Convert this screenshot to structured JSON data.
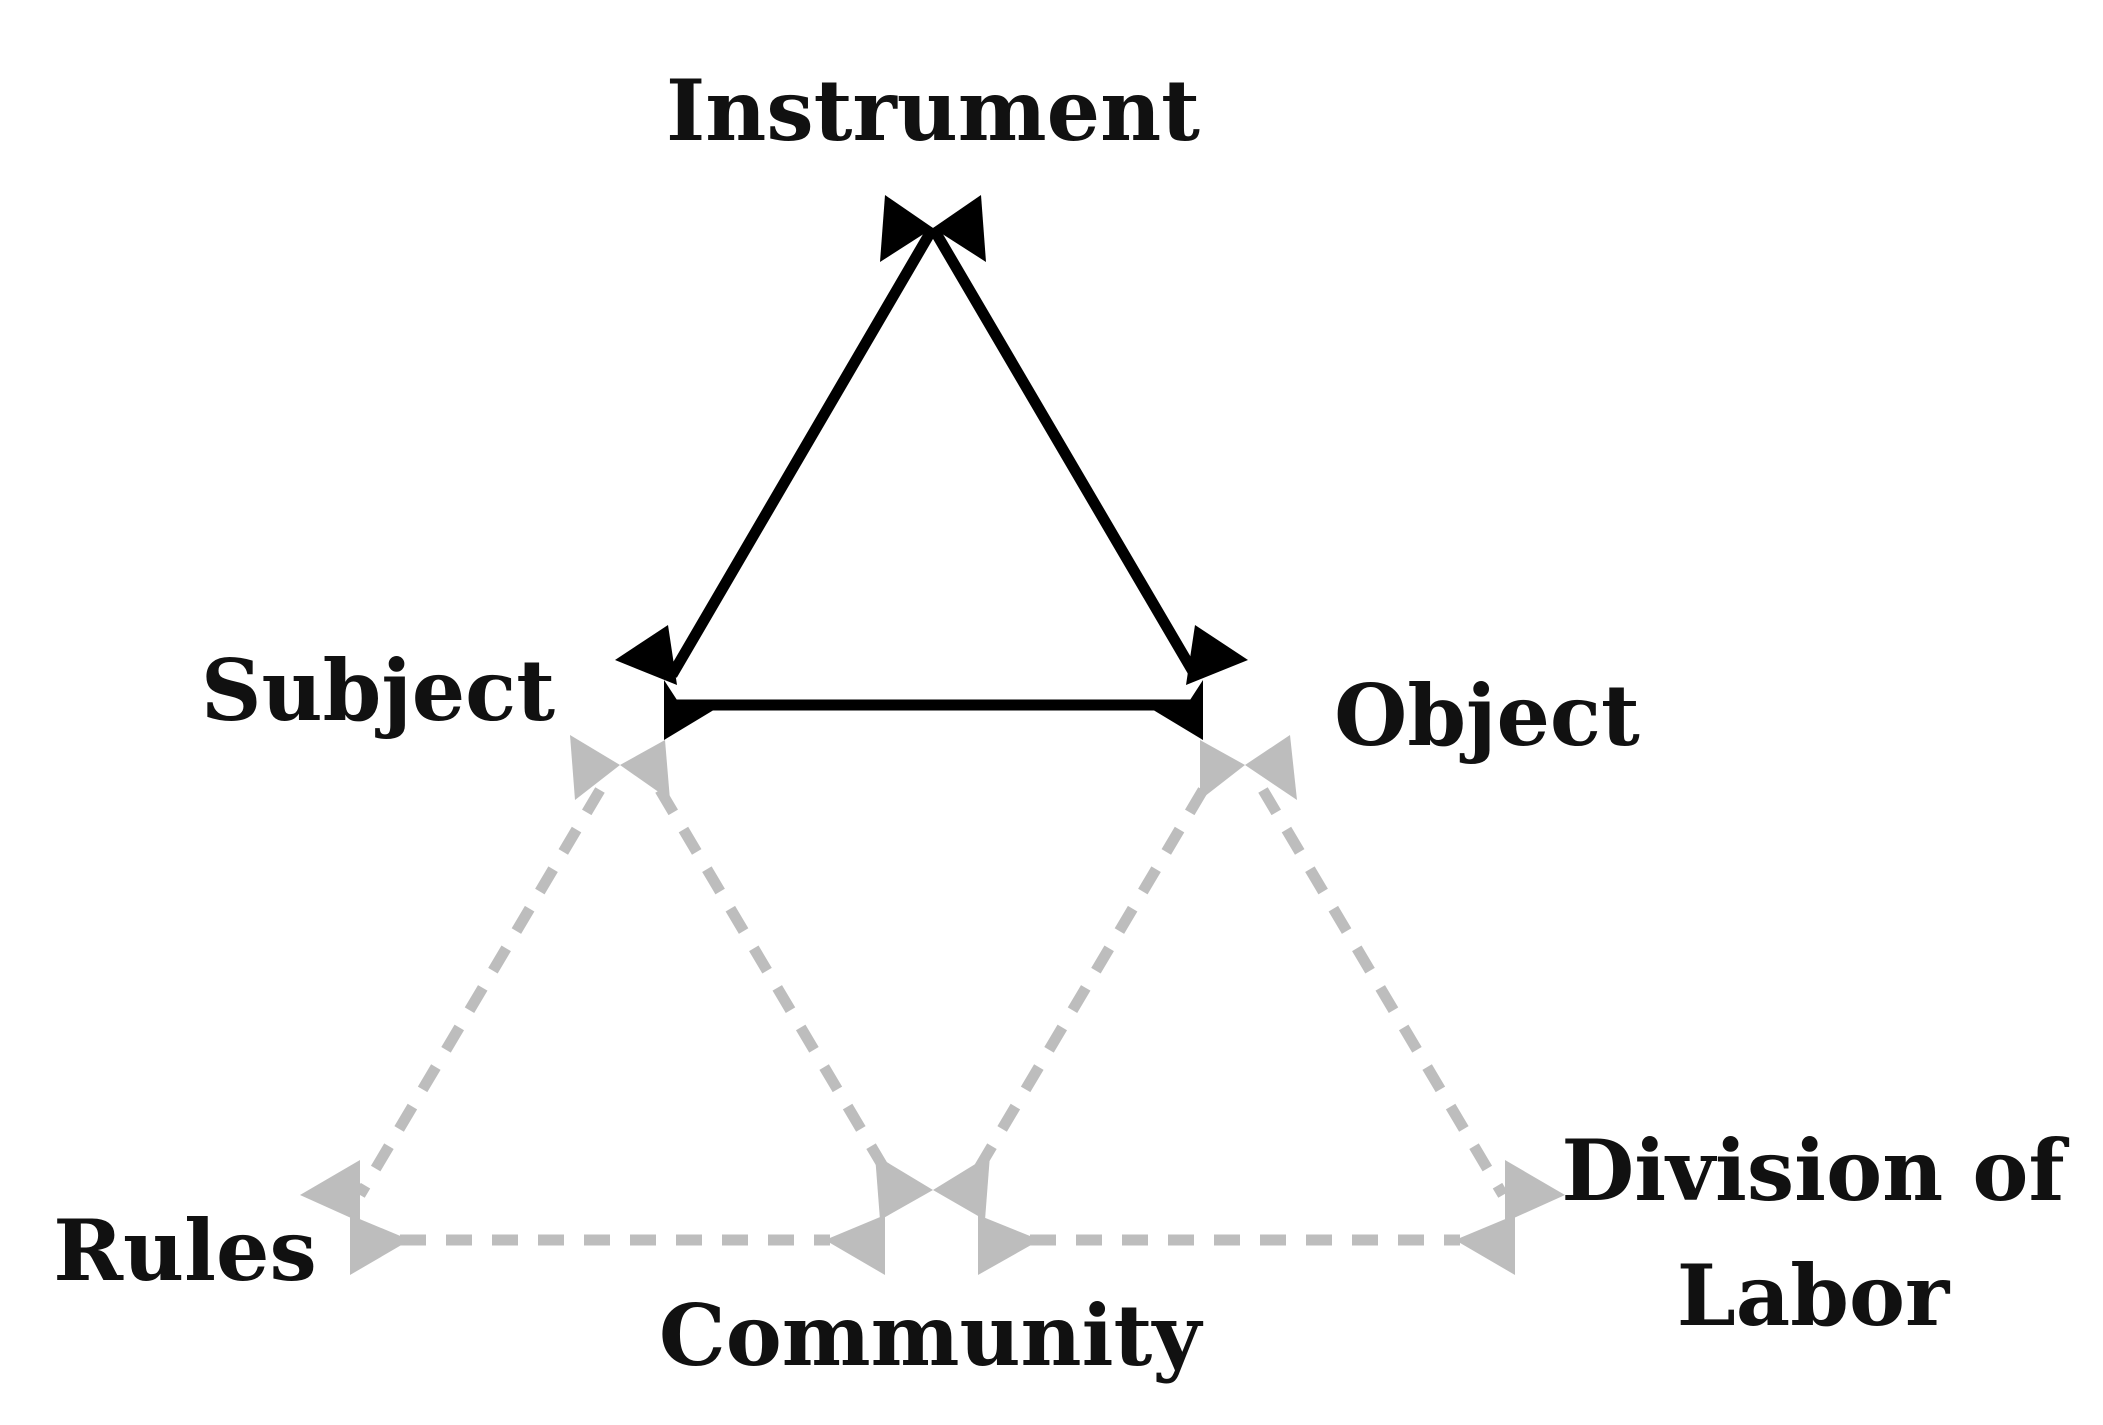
{
  "nodes": {
    "instrument": {
      "label": "Instrument"
    },
    "subject": {
      "label": "Subject"
    },
    "object": {
      "label": "Object"
    },
    "rules": {
      "label": "Rules"
    },
    "community": {
      "label": "Community"
    },
    "division_of_labor": {
      "label_line1": "Division of",
      "label_line2": "Labor"
    }
  },
  "colors": {
    "primary_edges": "#000000",
    "secondary_edges": "#bdbdbd",
    "text": "#111111",
    "background": "#ffffff"
  }
}
